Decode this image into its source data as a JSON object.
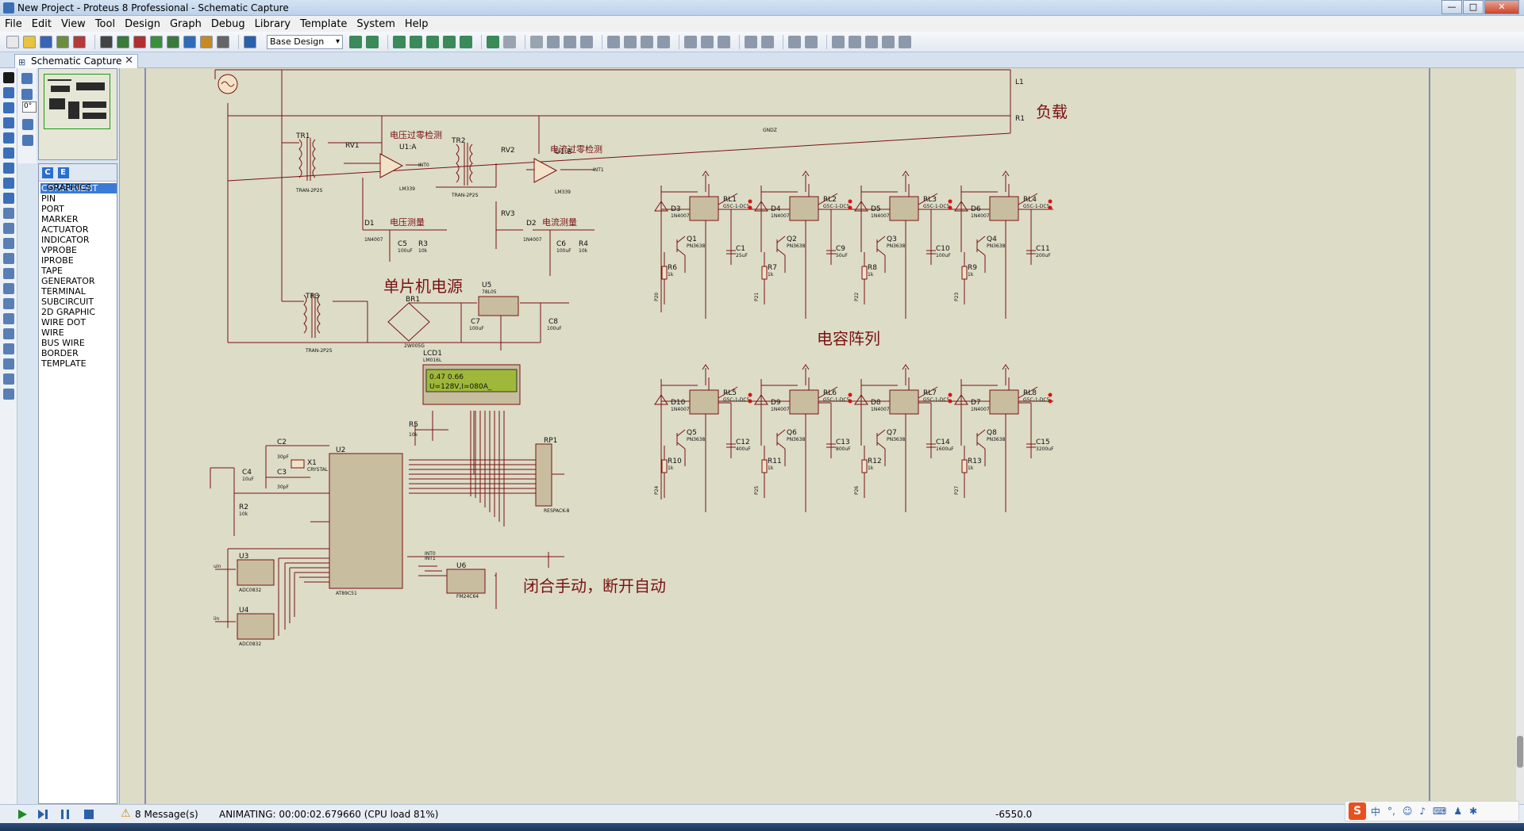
{
  "window": {
    "title": "New Project - Proteus 8 Professional - Schematic Capture",
    "minimize": "—",
    "maximize": "□",
    "close": "✕"
  },
  "menu": [
    "File",
    "Edit",
    "View",
    "Tool",
    "Design",
    "Graph",
    "Debug",
    "Library",
    "Template",
    "System",
    "Help"
  ],
  "toolbar": {
    "design_selector": "Base Design"
  },
  "tab": {
    "label": "Schematic Capture",
    "close": "✕"
  },
  "side": {
    "angle": "0°"
  },
  "device_panel": {
    "mode_c": "C",
    "mode_e": "E",
    "header": "GRAPHICS",
    "items": [
      "COMPONENT",
      "PIN",
      "PORT",
      "MARKER",
      "ACTUATOR",
      "INDICATOR",
      "VPROBE",
      "IPROBE",
      "TAPE",
      "GENERATOR",
      "TERMINAL",
      "SUBCIRCUIT",
      "2D GRAPHIC",
      "WIRE DOT",
      "WIRE",
      "BUS WIRE",
      "BORDER",
      "TEMPLATE"
    ],
    "selected": "COMPONENT"
  },
  "schematic": {
    "titles": {
      "load": "负载",
      "voltage_zero": "电压过零检测",
      "current_zero": "电流过零检测",
      "voltage_measure": "电压测量",
      "current_measure": "电流测量",
      "mcu_power": "单片机电源",
      "cap_array": "电容阵列",
      "manual_auto": "闭合手动，断开自动"
    },
    "lcd": {
      "ref": "LCD1",
      "part": "LM016L",
      "line1": "0.47  0.66",
      "line2": "U=128V,I=080A_"
    },
    "labels": {
      "TR1": "TR1",
      "TR2": "TR2",
      "TR3": "TR3",
      "TRAN": "TRAN-2P2S",
      "RV1": "RV1",
      "RV2": "RV2",
      "RV3": "RV3",
      "U1A": "U1:A",
      "U1B": "U1:B",
      "LM339": "LM339",
      "D1": "D1",
      "D2": "D2",
      "N4007": "1N4007",
      "C5": "C5",
      "C6": "C6",
      "R3": "R3",
      "R4": "R4",
      "L1": "L1",
      "R1": "R1",
      "GNDZ": "GNDZ",
      "U5": "U5",
      "L7805": "78L05",
      "BR1": "BR1",
      "BR_PART": "2W005G",
      "C7": "C7",
      "C8": "C8",
      "R5": "R5",
      "U2": "U2",
      "AT89C51": "AT89C51",
      "X1": "X1",
      "CRYSTAL": "CRYSTAL",
      "C2": "C2",
      "C3": "C3",
      "C4": "C4",
      "R2": "R2",
      "RP1": "RP1",
      "RESPACK": "RESPACK-8",
      "U3": "U3",
      "U4": "U4",
      "ADC0832": "ADC0832",
      "U6": "U6",
      "FM24C64": "FM24C64",
      "INT0": "INT0",
      "INT1": "INT1",
      "uin": "uin",
      "iin": "iin",
      "k10": "10k",
      "u100": "100uF",
      "p30": "30pF",
      "u10": "10uF"
    },
    "relays": [
      {
        "d": "D3",
        "rl": "RL1",
        "q": "Q1",
        "r": "R6",
        "c": "C1",
        "cv": "25uF",
        "p": "P20"
      },
      {
        "d": "D4",
        "rl": "RL2",
        "q": "Q2",
        "r": "R7",
        "c": "C9",
        "cv": "50uF",
        "p": "P21"
      },
      {
        "d": "D5",
        "rl": "RL3",
        "q": "Q3",
        "r": "R8",
        "c": "C10",
        "cv": "100uF",
        "p": "P22"
      },
      {
        "d": "D6",
        "rl": "RL4",
        "q": "Q4",
        "r": "R9",
        "c": "C11",
        "cv": "200uF",
        "p": "P23"
      },
      {
        "d": "D10",
        "rl": "RL5",
        "q": "Q5",
        "r": "R10",
        "c": "C12",
        "cv": "400uF",
        "p": "P24"
      },
      {
        "d": "D9",
        "rl": "RL6",
        "q": "Q6",
        "r": "R11",
        "c": "C13",
        "cv": "800uF",
        "p": "P25"
      },
      {
        "d": "D8",
        "rl": "RL7",
        "q": "Q7",
        "r": "R12",
        "c": "C14",
        "cv": "1600uF",
        "p": "P26"
      },
      {
        "d": "D7",
        "rl": "RL8",
        "q": "Q8",
        "r": "R13",
        "c": "C15",
        "cv": "3200uF",
        "p": "P27"
      }
    ],
    "relay_part": "G5C-1-DC5",
    "transistor_part": "PN3638",
    "res_1k": "1k"
  },
  "status": {
    "messages": "8 Message(s)",
    "animating": "ANIMATING: 00:00:02.679660 (CPU load 81%)",
    "coord": "-6550.0"
  },
  "tray": {
    "ime": "S",
    "lang": "中"
  },
  "colors": {
    "canvas": "#dcdcc7",
    "wire": "#7a1212",
    "part_fill": "#c8bd9e",
    "lcd_bg": "#9fb83a",
    "accent": "#3a7bd5"
  }
}
